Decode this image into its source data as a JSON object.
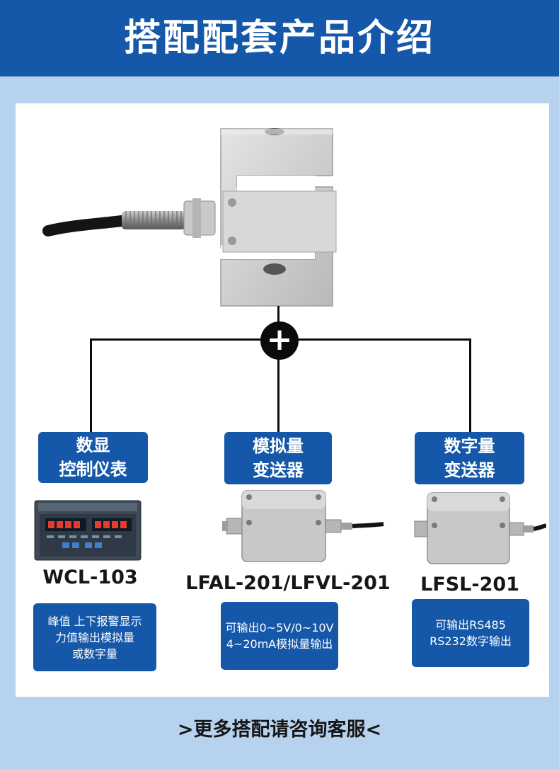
{
  "header": {
    "title": "搭配配套产品介绍"
  },
  "products": [
    {
      "category_line1": "数显",
      "category_line2": "控制仪表",
      "model": "WCL-103",
      "desc_line1": "峰值 上下报警显示",
      "desc_line2": "力值输出模拟量",
      "desc_line3": "或数字量"
    },
    {
      "category_line1": "模拟量",
      "category_line2": "变送器",
      "model": "LFAL-201/LFVL-201",
      "desc_line1": "可输出0~5V/0~10V",
      "desc_line2": "4~20mA模拟量输出"
    },
    {
      "category_line1": "数字量",
      "category_line2": "变送器",
      "model": "LFSL-201",
      "desc_line1": "可输出RS485",
      "desc_line2": "RS232数字输出"
    }
  ],
  "connector": {
    "symbol": "+"
  },
  "footer": {
    "text": ">更多搭配请咨询客服<"
  },
  "colors": {
    "brand_blue": "#1557a8",
    "background": "#b6d2ef",
    "panel": "#ffffff",
    "line": "#0d0d0d"
  },
  "icons": [
    "s-type-load-cell-image",
    "display-controller-image",
    "analog-transmitter-box-image",
    "digital-transmitter-box-image"
  ]
}
